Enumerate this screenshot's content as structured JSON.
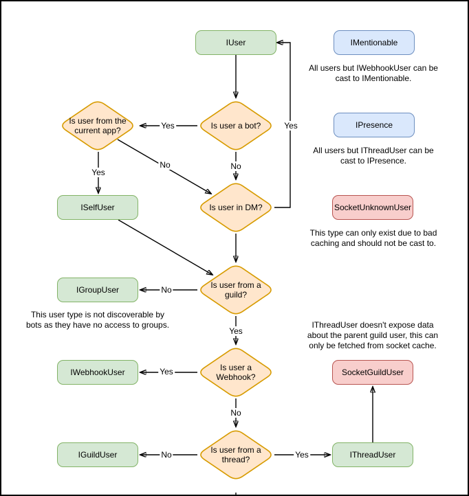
{
  "colors": {
    "interface_fill": "#d5e8d4",
    "interface_stroke": "#82b366",
    "decision_fill": "#ffe6cc",
    "decision_stroke": "#d79b00",
    "castable_fill": "#dae8fc",
    "castable_stroke": "#6c8ebf",
    "socket_fill": "#f8cecc",
    "socket_stroke": "#b85450",
    "edge_color": "#000000"
  },
  "nodes": {
    "iuser": "IUser",
    "imentionable": "IMentionable",
    "ipresence": "IPresence",
    "socket_unknown_user": "SocketUnknownUser",
    "iself_user": "ISelfUser",
    "igroup_user": "IGroupUser",
    "iwebhook_user": "IWebhookUser",
    "iguild_user": "IGuildUser",
    "socket_guild_user": "SocketGuildUser",
    "ithread_user": "IThreadUser"
  },
  "decisions": {
    "is_bot": "Is user a bot?",
    "is_current_app": "Is user from the current app?",
    "is_dm": "Is user in DM?",
    "is_guild": "Is user from a guild?",
    "is_webhook": "Is user a Webhook?",
    "is_thread": "Is user from a thread?"
  },
  "edge_labels": {
    "bot_yes": "Yes",
    "bot_no": "No",
    "current_app_yes": "Yes",
    "current_app_no": "No",
    "dm_yes": "Yes",
    "guild_no": "No",
    "guild_yes": "Yes",
    "webhook_yes": "Yes",
    "webhook_no": "No",
    "thread_no": "No",
    "thread_yes": "Yes"
  },
  "annotations": {
    "imentionable": "All users but IWebhookUser can be cast to IMentionable.",
    "ipresence": "All users but IThreadUser can be cast to IPresence.",
    "socket_unknown": "This type can only exist due to bad caching and should not be cast to.",
    "igroup": "This user type is not discoverable by bots as they have no access to groups.",
    "ithread": "IThreadUser doesn't expose data about the parent guild user, this can only be fetched from socket cache."
  }
}
